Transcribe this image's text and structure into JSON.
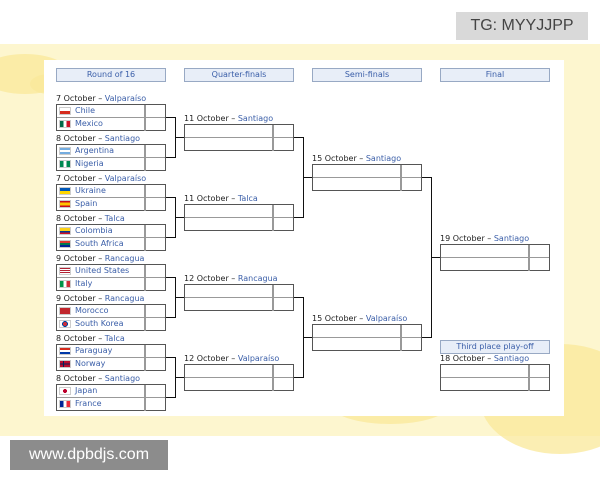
{
  "watermarks": {
    "telegram": "TG: MYYJJPP",
    "website": "www.dpbdjs.com"
  },
  "rounds": [
    "Round of 16",
    "Quarter-finals",
    "Semi-finals",
    "Final"
  ],
  "third_place": {
    "title": "Third place play-off",
    "venue": {
      "date": "18 October",
      "city": "Santiago"
    }
  },
  "round_of_16": [
    {
      "date": "7 October",
      "city": "Valparaíso",
      "teams": [
        {
          "name": "Chile",
          "flag": "chile"
        },
        {
          "name": "Mexico",
          "flag": "mexico"
        }
      ]
    },
    {
      "date": "8 October",
      "city": "Santiago",
      "teams": [
        {
          "name": "Argentina",
          "flag": "argentina"
        },
        {
          "name": "Nigeria",
          "flag": "nigeria"
        }
      ]
    },
    {
      "date": "7 October",
      "city": "Valparaíso",
      "teams": [
        {
          "name": "Ukraine",
          "flag": "ukraine"
        },
        {
          "name": "Spain",
          "flag": "spain"
        }
      ]
    },
    {
      "date": "8 October",
      "city": "Talca",
      "teams": [
        {
          "name": "Colombia",
          "flag": "colombia"
        },
        {
          "name": "South Africa",
          "flag": "south-africa"
        }
      ]
    },
    {
      "date": "9 October",
      "city": "Rancagua",
      "teams": [
        {
          "name": "United States",
          "flag": "usa"
        },
        {
          "name": "Italy",
          "flag": "italy"
        }
      ]
    },
    {
      "date": "9 October",
      "city": "Rancagua",
      "teams": [
        {
          "name": "Morocco",
          "flag": "morocco"
        },
        {
          "name": "South Korea",
          "flag": "south-korea"
        }
      ]
    },
    {
      "date": "8 October",
      "city": "Talca",
      "teams": [
        {
          "name": "Paraguay",
          "flag": "paraguay"
        },
        {
          "name": "Norway",
          "flag": "norway"
        }
      ]
    },
    {
      "date": "8 October",
      "city": "Santiago",
      "teams": [
        {
          "name": "Japan",
          "flag": "japan"
        },
        {
          "name": "France",
          "flag": "france"
        }
      ]
    }
  ],
  "quarter_finals": [
    {
      "date": "11 October",
      "city": "Santiago"
    },
    {
      "date": "11 October",
      "city": "Talca"
    },
    {
      "date": "12 October",
      "city": "Rancagua"
    },
    {
      "date": "12 October",
      "city": "Valparaíso"
    }
  ],
  "semi_finals": [
    {
      "date": "15 October",
      "city": "Santiago"
    },
    {
      "date": "15 October",
      "city": "Valparaíso"
    }
  ],
  "final": {
    "date": "19 October",
    "city": "Santiago"
  }
}
